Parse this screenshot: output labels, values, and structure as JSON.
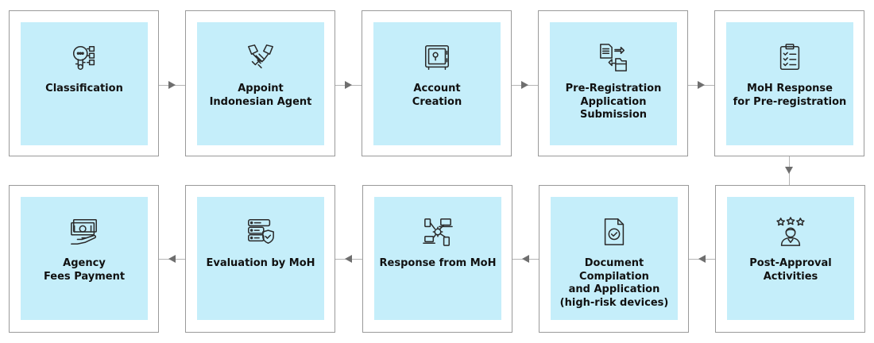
{
  "steps": [
    {
      "id": "classification",
      "label": "Classification",
      "icon": "key-document-icon"
    },
    {
      "id": "appoint-agent",
      "label": "Appoint\nIndonesian Agent",
      "icon": "handshake-icon"
    },
    {
      "id": "account-creation",
      "label": "Account\nCreation",
      "icon": "safe-icon"
    },
    {
      "id": "pre-registration",
      "label": "Pre-Registration\nApplication\nSubmission",
      "icon": "document-transfer-icon"
    },
    {
      "id": "moh-response-prereg",
      "label": "MoH Response\nfor Pre-registration",
      "icon": "clipboard-checklist-icon"
    },
    {
      "id": "post-approval",
      "label": "Post-Approval\nActivities",
      "icon": "star-rating-person-icon"
    },
    {
      "id": "document-compilation",
      "label": "Document\nCompilation\nand Application\n(high-risk devices)",
      "icon": "document-check-icon"
    },
    {
      "id": "response-from-moh",
      "label": "Response from MoH",
      "icon": "network-devices-icon"
    },
    {
      "id": "evaluation-by-moh",
      "label": "Evaluation by MoH",
      "icon": "server-shield-icon"
    },
    {
      "id": "agency-fees-payment",
      "label": "Agency\nFees Payment",
      "icon": "money-hand-icon"
    }
  ],
  "colors": {
    "box_fill": "#c5eefa",
    "border": "#9a9a9a",
    "arrow": "#6e6e6e"
  }
}
